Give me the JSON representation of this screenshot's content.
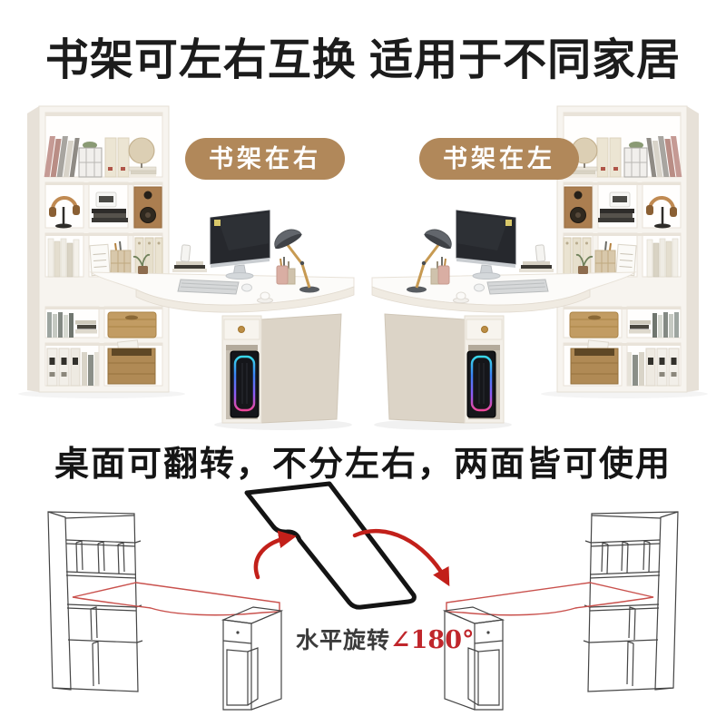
{
  "header": {
    "title": "书架可左右互换 适用于不同家居"
  },
  "products": {
    "left": {
      "badge": "书架在右"
    },
    "right": {
      "badge": "书架在左"
    }
  },
  "subtitle": "桌面可翻转，不分左右，两面皆可使用",
  "diagram": {
    "rotation_text": "水平旋转",
    "angle_text": "∠180°"
  },
  "colors": {
    "badge_bg": "#b1885a",
    "badge_text": "#ffffff",
    "title_text": "#1c1c1c",
    "accent_arrow_red": "#c2201a",
    "angle_text_red": "#c0262b",
    "desk_outline_red": "#c9514d",
    "wireframe_line": "#454545",
    "pc_rgb_glow": [
      "#39d8e8",
      "#3b82f6",
      "#8b5cf6",
      "#ec4899"
    ]
  }
}
